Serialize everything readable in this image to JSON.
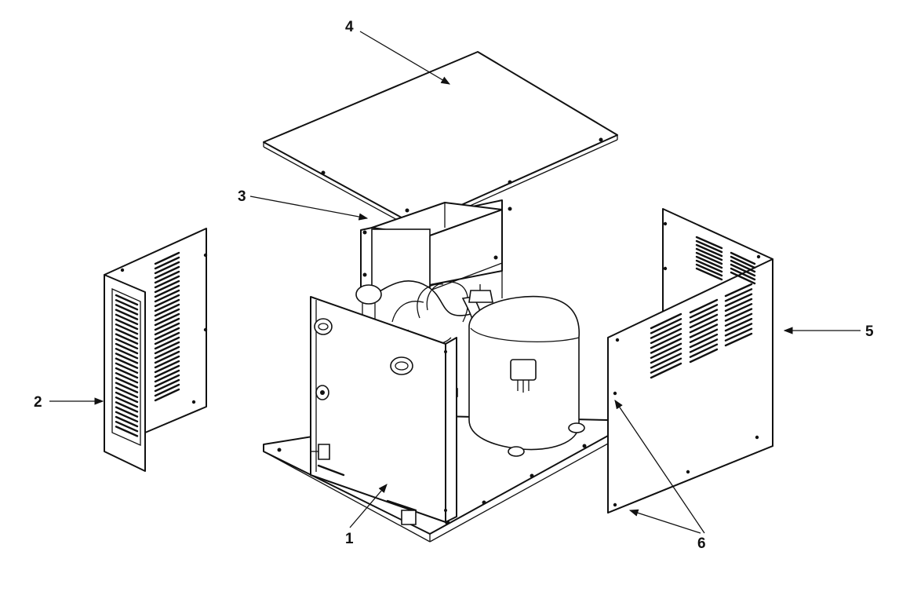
{
  "callouts": {
    "c1": "1",
    "c2": "2",
    "c3": "3",
    "c4": "4",
    "c5": "5",
    "c6": "6"
  },
  "colors": {
    "line": "#111111",
    "background": "#ffffff"
  }
}
